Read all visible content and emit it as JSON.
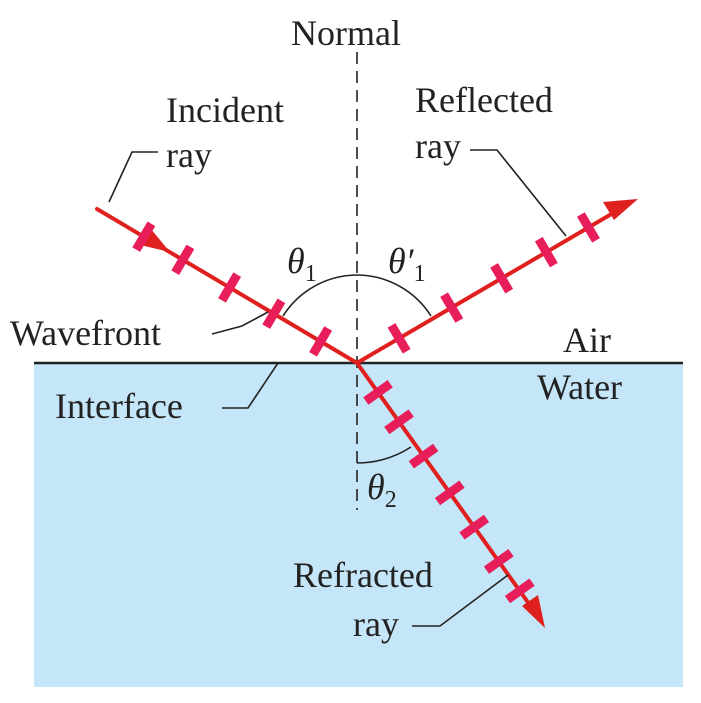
{
  "labels": {
    "normal": "Normal",
    "incident_line1": "Incident",
    "incident_line2": "ray",
    "reflected_line1": "Reflected",
    "reflected_line2": "ray",
    "wavefront": "Wavefront",
    "air": "Air",
    "water": "Water",
    "interface": "Interface",
    "refracted_line1": "Refracted",
    "refracted_line2": "ray"
  },
  "angles": {
    "theta1": {
      "symbol": "θ",
      "subscript": "1"
    },
    "theta1_prime": {
      "symbol": "θ′",
      "subscript": "1"
    },
    "theta2": {
      "symbol": "θ",
      "subscript": "2"
    }
  },
  "colors": {
    "water": "#c5e6f8",
    "ray": "#e0201e",
    "wavefront_tick": "#e81e5a",
    "line": "#222222"
  }
}
